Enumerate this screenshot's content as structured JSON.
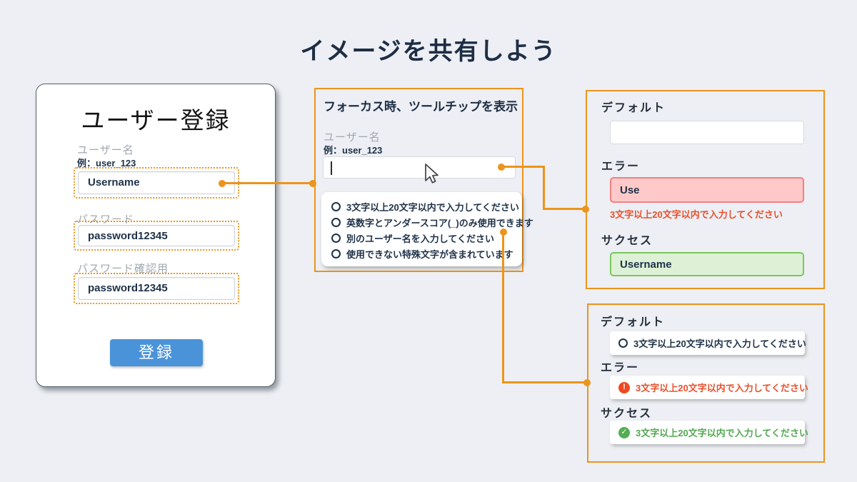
{
  "page": {
    "title": "イメージを共有しよう"
  },
  "colors": {
    "accent_orange": "#EC941C",
    "navy_text": "#1D2D44",
    "error_red": "#E8502C",
    "success_green": "#52A852",
    "button_blue": "#4A93D9",
    "background": "#EDEFF4"
  },
  "register_card": {
    "title": "ユーザー登録",
    "fields": [
      {
        "label": "ユーザー名",
        "hint": "例：user_123",
        "value": "Username"
      },
      {
        "label": "パスワード",
        "value": "password12345"
      },
      {
        "label": "パスワード確認用",
        "value": "password12345"
      }
    ],
    "submit_label": "登録"
  },
  "tooltip_panel": {
    "title": "フォーカス時、ツールチップを表示",
    "field_label": "ユーザー名",
    "field_hint": "例：user_123",
    "input_value": "",
    "tooltip_items": [
      "3文字以上20文字以内で入力してください",
      "英数字とアンダースコア(_)のみ使用できます",
      "別のユーザー名を入力してください",
      "使用できない特殊文字が含まれています"
    ]
  },
  "input_states_panel": {
    "default_label": "デフォルト",
    "default_value": "",
    "error_label": "エラー",
    "error_value": "Use",
    "error_message": "3文字以上20文字以内で入力してください",
    "success_label": "サクセス",
    "success_value": "Username"
  },
  "message_states_panel": {
    "default_label": "デフォルト",
    "default_message": "3文字以上20文字以内で入力してください",
    "error_label": "エラー",
    "error_icon_glyph": "!",
    "error_message": "3文字以上20文字以内で入力してください",
    "success_label": "サクセス",
    "success_icon_glyph": "✓",
    "success_message": "3文字以上20文字以内で入力してください"
  }
}
